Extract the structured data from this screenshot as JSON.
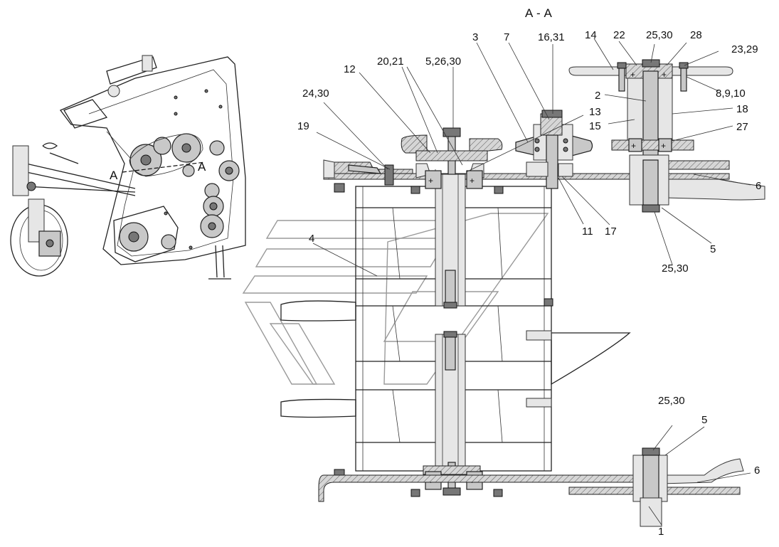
{
  "section_title": "А - А",
  "view_marks": {
    "left": "А",
    "right": "А"
  },
  "callouts": [
    {
      "id": "c1",
      "text": "1"
    },
    {
      "id": "c2",
      "text": "2"
    },
    {
      "id": "c3",
      "text": "3"
    },
    {
      "id": "c4",
      "text": "4"
    },
    {
      "id": "c5a",
      "text": "5"
    },
    {
      "id": "c5b",
      "text": "5"
    },
    {
      "id": "c52630",
      "text": "5,26,30"
    },
    {
      "id": "c6a",
      "text": "6"
    },
    {
      "id": "c6b",
      "text": "6"
    },
    {
      "id": "c7",
      "text": "7"
    },
    {
      "id": "c8910",
      "text": "8,9,10"
    },
    {
      "id": "c11",
      "text": "11"
    },
    {
      "id": "c12",
      "text": "12"
    },
    {
      "id": "c13",
      "text": "13"
    },
    {
      "id": "c14",
      "text": "14"
    },
    {
      "id": "c15",
      "text": "15"
    },
    {
      "id": "c1631",
      "text": "16,31"
    },
    {
      "id": "c17",
      "text": "17"
    },
    {
      "id": "c18",
      "text": "18"
    },
    {
      "id": "c19",
      "text": "19"
    },
    {
      "id": "c2021",
      "text": "20,21"
    },
    {
      "id": "c22",
      "text": "22"
    },
    {
      "id": "c2329",
      "text": "23,29"
    },
    {
      "id": "c2430",
      "text": "24,30"
    },
    {
      "id": "c2530a",
      "text": "25,30"
    },
    {
      "id": "c2530b",
      "text": "25,30"
    },
    {
      "id": "c2530c",
      "text": "25,30"
    },
    {
      "id": "c27",
      "text": "27"
    },
    {
      "id": "c28",
      "text": "28"
    }
  ]
}
